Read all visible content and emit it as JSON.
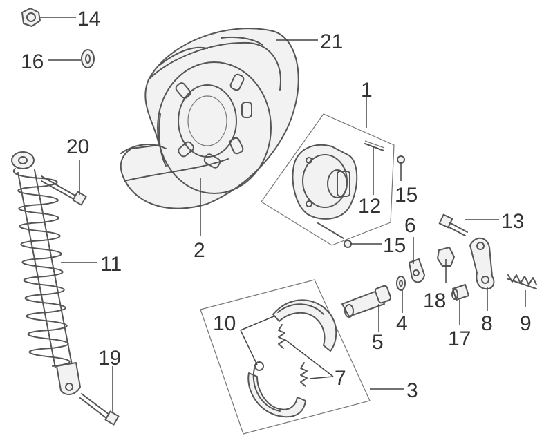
{
  "callouts": {
    "c1": "1",
    "c2": "2",
    "c3": "3",
    "c4": "4",
    "c5": "5",
    "c6": "6",
    "c7": "7",
    "c8": "8",
    "c9": "9",
    "c10": "10",
    "c11": "11",
    "c12": "12",
    "c13": "13",
    "c14": "14",
    "c15a": "15",
    "c15b": "15",
    "c16": "16",
    "c17": "17",
    "c18": "18",
    "c19": "19",
    "c20": "20",
    "c21": "21"
  },
  "colors": {
    "line": "#444444",
    "label": "#333333",
    "part_fill": "#f2f2f2"
  }
}
